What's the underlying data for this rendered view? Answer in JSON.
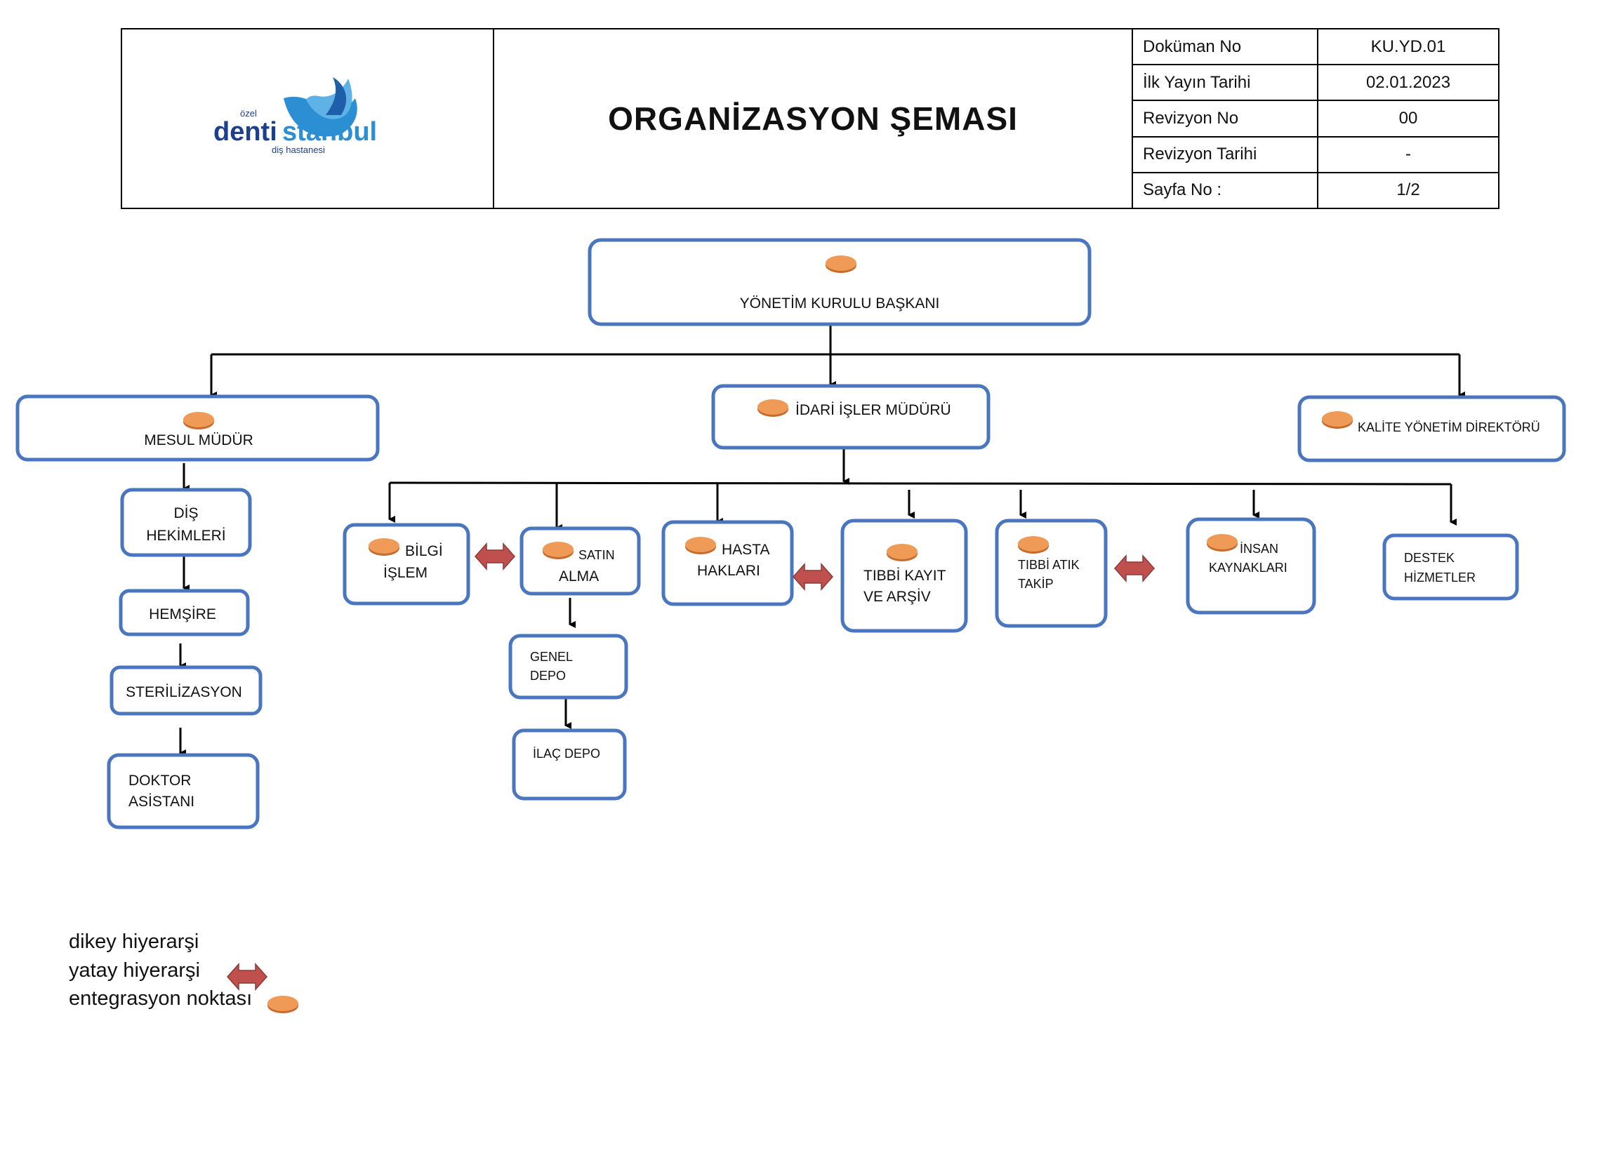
{
  "header": {
    "logo": {
      "top": "özel",
      "brand_dark": "denti",
      "brand_light": "stanbul",
      "sub": "diş hastanesi"
    },
    "title": "ORGANİZASYON ŞEMASI",
    "meta": [
      {
        "label": "Doküman No",
        "value": "KU.YD.01"
      },
      {
        "label": "İlk Yayın Tarihi",
        "value": "02.01.2023"
      },
      {
        "label": "Revizyon No",
        "value": "00"
      },
      {
        "label": "Revizyon Tarihi",
        "value": "-"
      },
      {
        "label": "Sayfa No :",
        "value": "1/2"
      }
    ]
  },
  "nodes": {
    "ykb": "YÖNETİM KURULU BAŞKANI",
    "mesul": "MESUL MÜDÜR",
    "idari": "İDARİ İŞLER MÜDÜRÜ",
    "kalite": "KALİTE YÖNETİM DİREKTÖRÜ",
    "dis_1": "DİŞ",
    "dis_2": "HEKİMLERİ",
    "hemsire": "HEMŞİRE",
    "steril": "STERİLİZASYON",
    "doktor_1": "DOKTOR",
    "doktor_2": "ASİSTANI",
    "bilgi_1": "BİLGİ",
    "bilgi_2": "İŞLEM",
    "satin_1": "SATIN",
    "satin_2": "ALMA",
    "genel_1": "GENEL",
    "genel_2": "DEPO",
    "ilac": "İLAÇ DEPO",
    "hasta_1": "HASTA",
    "hasta_2": "HAKLARI",
    "tibbi_1": "TIBBİ KAYIT",
    "tibbi_2": "VE ARŞİV",
    "atik_1": "TIBBİ  ATIK",
    "atik_2": "TAKİP",
    "insan_1": "İNSAN",
    "insan_2": "KAYNAKLARI",
    "destek_1": "DESTEK",
    "destek_2": "HİZMETLER"
  },
  "legend": {
    "vertical": "dikey hiyerarşi",
    "horizontal": "yatay hiyerarşi",
    "integration": "entegrasyon noktası"
  },
  "colors": {
    "box_border": "#4a76c0",
    "integration_point": "#f09a57",
    "horizontal_arrow": "#c0504d",
    "logo_dark": "#1d3f8f",
    "logo_light": "#2d8fd3"
  }
}
